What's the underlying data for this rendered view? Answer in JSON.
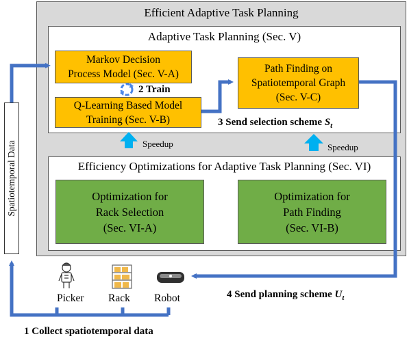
{
  "colors": {
    "arrow": "#4472c4",
    "speedup": "#00b0f0",
    "orange": "#ffc000",
    "green": "#70ad47",
    "frame": "#d9d9d9"
  },
  "outer_title": "Efficient Adaptive Task Planning",
  "atp": {
    "title": "Adaptive Task Planning (Sec. V)",
    "mdp": "Markov Decision\nProcess Model (Sec. V-A)",
    "qlearn": "Q-Learning Based Model\nTraining (Sec. V-B)",
    "path": "Path Finding on\nSpatiotemporal Graph\n(Sec. V-C)",
    "train_label": "2 Train"
  },
  "speedup_left": "Speedup",
  "speedup_right": "Speedup",
  "opt": {
    "title": "Efficiency Optimizations for Adaptive Task Planning (Sec. VI)",
    "rack": "Optimization for\nRack Selection\n(Sec. VI-A)",
    "pathf": "Optimization for\nPath Finding\n(Sec. VI-B)"
  },
  "send_selection": "3 Send selection scheme ",
  "send_selection_symbol": "S",
  "send_selection_sub": "t",
  "send_planning": "4 Send planning scheme ",
  "send_planning_symbol": "U",
  "send_planning_sub": "t",
  "spatiotemporal_data": "Spatiotemporal Data",
  "agents": {
    "picker": "Picker",
    "rack": "Rack",
    "robot": "Robot"
  },
  "collect": "1 Collect spatiotemporal data",
  "icons": {
    "picker": "person-icon",
    "rack": "shelf-icon",
    "robot": "robot-icon",
    "train": "cycle-icon"
  }
}
